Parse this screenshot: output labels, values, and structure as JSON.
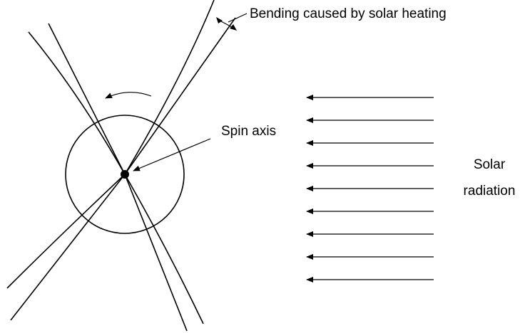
{
  "labels": {
    "bending": "Bending caused by solar heating",
    "spin_axis": "Spin axis",
    "solar_line1": "Solar",
    "solar_line2": "radiation"
  },
  "colors": {
    "ink": "#000000",
    "background": "#ffffff"
  },
  "solar_ray_count": 9
}
